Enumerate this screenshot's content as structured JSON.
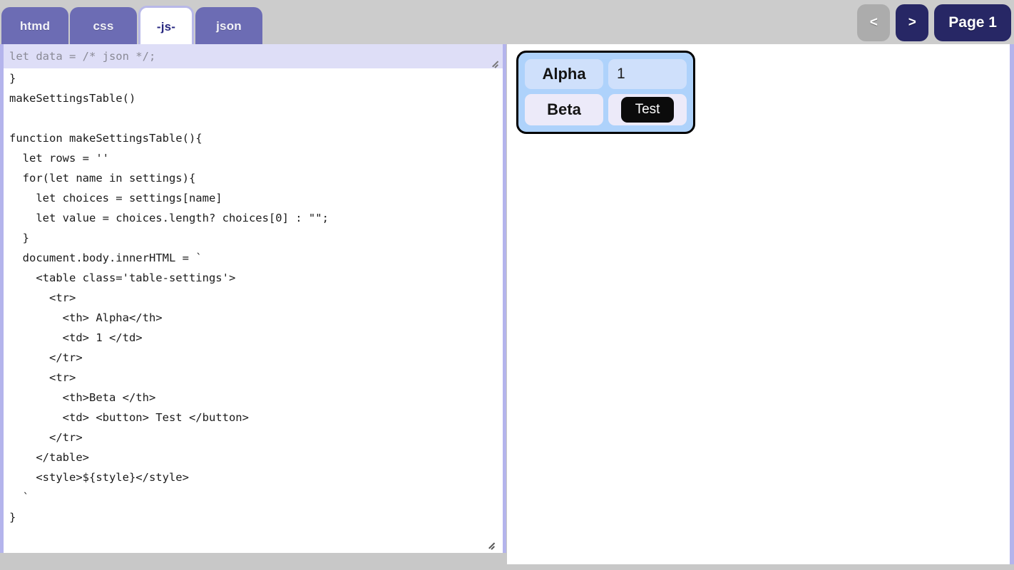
{
  "header": {
    "tabs": [
      {
        "label": "htmd",
        "active": false
      },
      {
        "label": "css",
        "active": false
      },
      {
        "label": "-js-",
        "active": true
      },
      {
        "label": "json",
        "active": false
      }
    ],
    "nav": {
      "prev_label": "<",
      "next_label": ">",
      "page_label": "Page 1"
    },
    "background_color": "#cccccc",
    "tab_color": "#6c6cb4",
    "active_tab_color": "#ffffff",
    "nav_button_color": "#272765",
    "nav_prev_disabled_color": "#acacac"
  },
  "editor": {
    "overlay_line": "let data = /* json */;",
    "code": "  'beta' : words('a b c d e')\n}\nmakeSettingsTable()\n\nfunction makeSettingsTable(){\n  let rows = ''\n  for(let name in settings){\n    let choices = settings[name]\n    let value = choices.length? choices[0] : \"\";\n  }\n  document.body.innerHTML = `\n    <table class='table-settings'>\n      <tr>\n        <th> Alpha</th>\n        <td> 1 </td>\n      </tr>\n      <tr>\n        <th>Beta </th>\n        <td> <button> Test </button>\n      </tr>\n    </table>\n    <style>${style}</style>\n  `\n}",
    "border_color": "#b4b4ec",
    "overlay_background": "#dedef7",
    "overlay_text_color": "#8a8a96"
  },
  "preview": {
    "table": {
      "rows": [
        {
          "header": "Alpha",
          "value": "1",
          "type": "text"
        },
        {
          "header": "Beta",
          "value": "Test",
          "type": "button"
        }
      ],
      "frame_color": "#aed2fb",
      "row1_cell_color": "#cfe0fb",
      "row2_cell_color": "#eceaf9",
      "button_color": "#0b0b0b"
    }
  }
}
